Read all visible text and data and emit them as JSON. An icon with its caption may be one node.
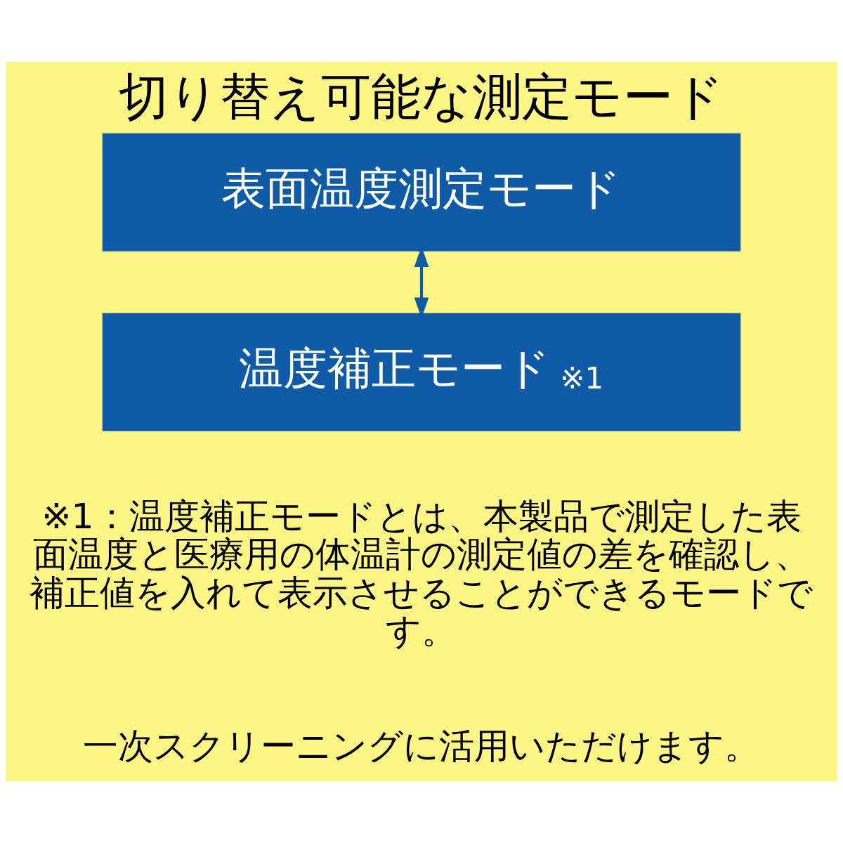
{
  "diagram": {
    "title": "切り替え可能な測定モード",
    "nodes": [
      {
        "text": [
          "表面温度測定モード"
        ]
      },
      {
        "text": [
          "温度補正モード",
          "※1"
        ]
      }
    ],
    "edges": [
      {
        "from": 0,
        "to": 1,
        "arrow": "both"
      }
    ],
    "labels": [
      "※1：温度補正モードとは、本製品で測定した表面温度と医療用の体温計の測定値の差を確認し、補正値を入れて表示させることができるモードです。",
      "一次スクリーニングに活用いただけます。"
    ]
  }
}
